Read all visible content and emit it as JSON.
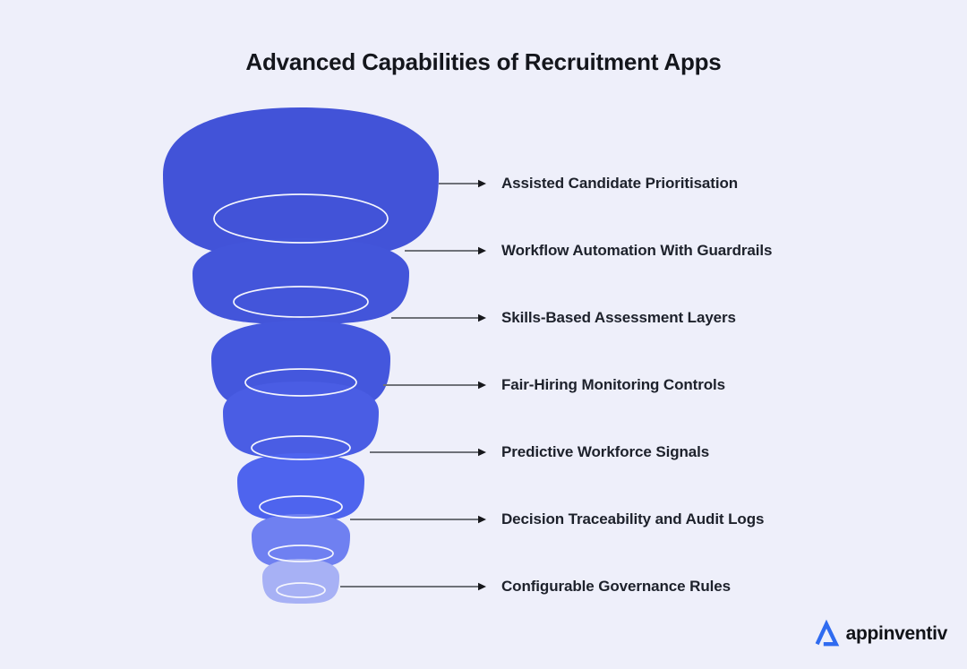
{
  "title": "Advanced Capabilities of Recruitment Apps",
  "colors": {
    "background": "#EEEFFA",
    "funnel_layers": [
      "#4253D8",
      "#4355DA",
      "#4457DD",
      "#4A5DE4",
      "#4E64EE",
      "#6F80F1",
      "#A7B1F5"
    ],
    "rim_stroke": "#F4F5FD",
    "arrow_line": "#6E7178",
    "arrow_head": "#17181C",
    "logo_blue": "#2F6BF0",
    "title_text": "#14161C",
    "label_text": "#1D212B"
  },
  "capabilities": {
    "items": [
      {
        "label": "Assisted Candidate Prioritisation"
      },
      {
        "label": "Workflow Automation With Guardrails"
      },
      {
        "label": "Skills-Based Assessment Layers"
      },
      {
        "label": "Fair-Hiring Monitoring Controls"
      },
      {
        "label": "Predictive Workforce Signals"
      },
      {
        "label": "Decision Traceability and Audit Logs"
      },
      {
        "label": "Configurable Governance Rules"
      }
    ]
  },
  "footer": {
    "brand": "appinventiv"
  }
}
